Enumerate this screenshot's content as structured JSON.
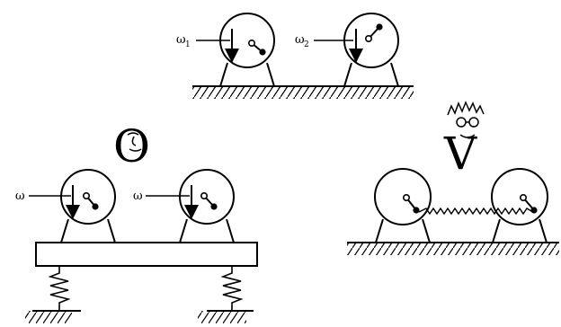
{
  "labels": {
    "top_left_omega": "ω",
    "top_left_sub": "1",
    "top_right_omega": "ω",
    "top_right_sub": "2",
    "platform_left_omega": "ω",
    "platform_right_omega": "ω"
  },
  "glyphs": {
    "face_letter": "O",
    "scientist_letter": "V"
  },
  "colors": {
    "ink": "#000000",
    "paper": "#ffffff"
  }
}
